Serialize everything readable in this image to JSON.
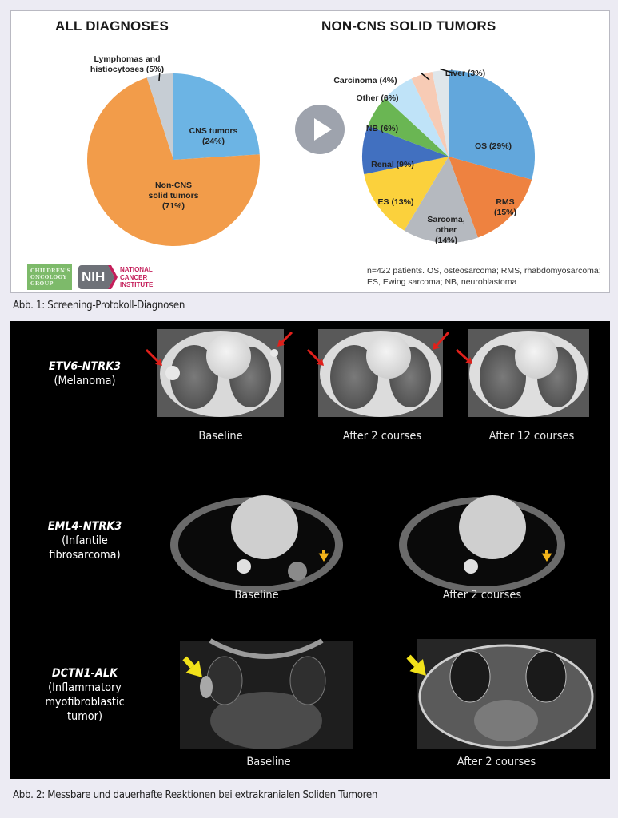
{
  "figure1": {
    "caption": "Abb. 1: Screening-Protokoll-Diagnosen",
    "footnote_line1": "n=422 patients. OS, osteosarcoma; RMS, rhabdomyosarcoma;",
    "footnote_line2": "ES, Ewing sarcoma; NB, neuroblastoma",
    "play_button_icon": "play-icon",
    "logos": {
      "cog_lines": [
        "CHILDREN'S",
        "ONCOLOGY",
        "GROUP"
      ],
      "nih": "NIH",
      "nci_lines": [
        "NATIONAL",
        "CANCER",
        "INSTITUTE"
      ]
    }
  },
  "chart_data": [
    {
      "type": "pie",
      "title": "ALL DIAGNOSES",
      "start": "top",
      "direction": "clockwise",
      "slices": [
        {
          "label": "CNS tumors",
          "pct_text": "(24%)",
          "value": 24,
          "color": "#6cb4e4"
        },
        {
          "label": "Non-CNS solid tumors",
          "pct_text": "(71%)",
          "value": 71,
          "color": "#f29c4a"
        },
        {
          "label": "Lymphomas and histiocytoses",
          "pct_text": "(5%)",
          "value": 5,
          "color": "#c6cdd4"
        }
      ]
    },
    {
      "type": "pie",
      "title": "NON-CNS SOLID TUMORS",
      "start": "top",
      "direction": "clockwise",
      "slices": [
        {
          "label": "OS",
          "pct_text": "(29%)",
          "value": 29,
          "color": "#62a7dc"
        },
        {
          "label": "RMS",
          "pct_text": "(15%)",
          "value": 15,
          "color": "#ee8240"
        },
        {
          "label": "Sarcoma, other",
          "pct_text": "(14%)",
          "value": 14,
          "color": "#b5b9bf"
        },
        {
          "label": "ES",
          "pct_text": "(13%)",
          "value": 13,
          "color": "#fbd13c"
        },
        {
          "label": "Renal",
          "pct_text": "(9%)",
          "value": 9,
          "color": "#4170c0"
        },
        {
          "label": "NB",
          "pct_text": "(6%)",
          "value": 6,
          "color": "#6ab653"
        },
        {
          "label": "Other",
          "pct_text": "(6%)",
          "value": 6,
          "color": "#bfe3f8"
        },
        {
          "label": "Carcinoma",
          "pct_text": "(4%)",
          "value": 4,
          "color": "#f7cbb5"
        },
        {
          "label": "Liver",
          "pct_text": "(3%)",
          "value": 3,
          "color": "#dfe6ea"
        }
      ]
    }
  ],
  "figure2": {
    "caption": "Abb. 2: Messbare und dauerhafte Reaktionen bei extrakranialen Soliden Tumoren",
    "rows": [
      {
        "gene": "ETV6-NTRK3",
        "diagnosis": "(Melanoma)",
        "images": [
          "Baseline",
          "After 2 courses",
          "After 12 courses"
        ],
        "marker_color": "#e0201b"
      },
      {
        "gene": "EML4-NTRK3",
        "diagnosis": "(Infantile fibrosarcoma)",
        "diagnosis_lines": [
          "(Infantile",
          "fibrosarcoma)"
        ],
        "images": [
          "Baseline",
          "After 2 courses"
        ],
        "marker_color": "#f5b51a"
      },
      {
        "gene": "DCTN1-ALK",
        "diagnosis": "(Inflammatory myofibroblastic tumor)",
        "diagnosis_lines": [
          "(Inflammatory",
          "myofibroblastic",
          "tumor)"
        ],
        "images": [
          "Baseline",
          "After 2 courses"
        ],
        "marker_color": "#f2e21a"
      }
    ]
  }
}
